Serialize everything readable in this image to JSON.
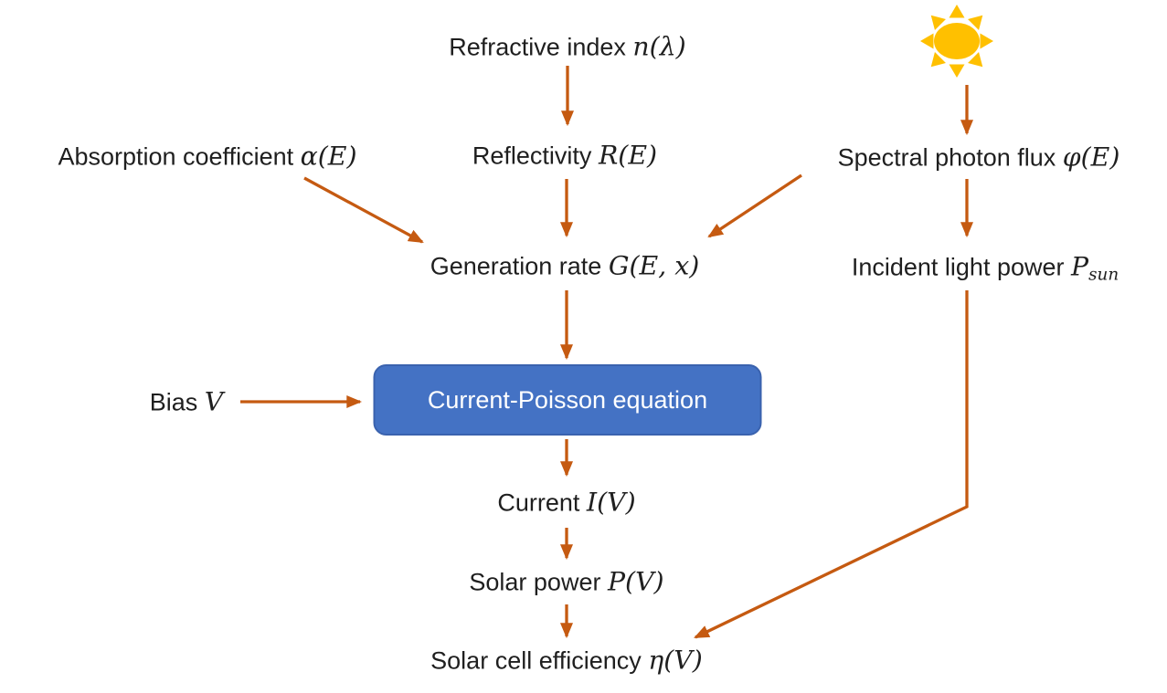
{
  "diagram": {
    "description": "Solar cell simulation flowchart",
    "colors": {
      "arrow": "#C55A11",
      "box_fill": "#4472C4",
      "box_border": "#3A62AE",
      "box_text": "#FFFFFF",
      "sun": "#FFC000",
      "text": "#1F1F1F",
      "background": "#FFFFFF"
    }
  },
  "nodes": {
    "refractive": {
      "text": "Refractive index ",
      "math": "n(λ)"
    },
    "absorption": {
      "text": "Absorption coefficient ",
      "math": "α(E)"
    },
    "reflectivity": {
      "text": "Reflectivity ",
      "math": "R(E)"
    },
    "spectral": {
      "text": "Spectral photon flux ",
      "math": "φ(E)"
    },
    "generation": {
      "text": "Generation rate ",
      "math": "G(E, x)"
    },
    "incident": {
      "text": "Incident light power ",
      "math_main": "P",
      "math_sub": "sun"
    },
    "bias": {
      "text": "Bias ",
      "math": "V"
    },
    "process_box": {
      "label": "Current-Poisson equation"
    },
    "current": {
      "text": "Current ",
      "math": "I(V)"
    },
    "solar_power": {
      "text": "Solar power ",
      "math": "P(V)"
    },
    "efficiency": {
      "text": "Solar cell efficiency ",
      "math": "η(V)"
    }
  },
  "icons": {
    "sun": "sun-icon"
  },
  "edges": [
    {
      "from": "refractive-index",
      "to": "reflectivity"
    },
    {
      "from": "sun-icon",
      "to": "spectral-photon-flux"
    },
    {
      "from": "absorption-coefficient",
      "to": "generation-rate"
    },
    {
      "from": "reflectivity",
      "to": "generation-rate"
    },
    {
      "from": "spectral-photon-flux",
      "to": "generation-rate"
    },
    {
      "from": "spectral-photon-flux",
      "to": "incident-light-power"
    },
    {
      "from": "generation-rate",
      "to": "current-poisson-equation"
    },
    {
      "from": "bias",
      "to": "current-poisson-equation"
    },
    {
      "from": "current-poisson-equation",
      "to": "current"
    },
    {
      "from": "current",
      "to": "solar-power"
    },
    {
      "from": "solar-power",
      "to": "solar-cell-efficiency"
    },
    {
      "from": "incident-light-power",
      "to": "solar-cell-efficiency"
    }
  ]
}
